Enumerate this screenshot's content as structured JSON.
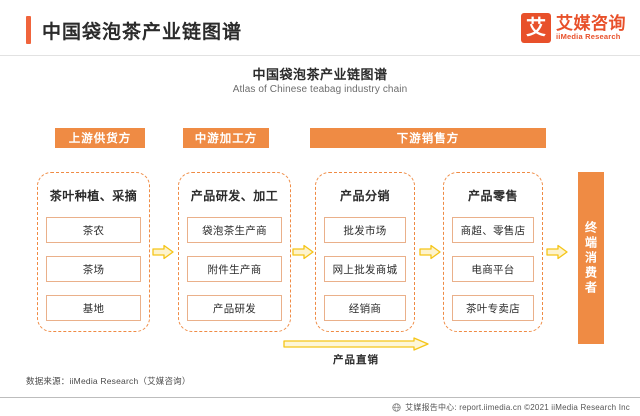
{
  "header": {
    "title": "中国袋泡茶产业链图谱",
    "brand": {
      "mark": "艾",
      "cn": "艾媒咨询",
      "en": "iiMedia Research"
    }
  },
  "chart_data": {
    "type": "diagram",
    "title": "中国袋泡茶产业链图谱",
    "subtitle": "Atlas of Chinese teabag industry chain",
    "stages": [
      {
        "label": "上游供货方"
      },
      {
        "label": "中游加工方"
      },
      {
        "label": "下游销售方"
      }
    ],
    "groups": [
      {
        "title": "茶叶种植、采摘",
        "items": [
          "茶农",
          "茶场",
          "基地"
        ]
      },
      {
        "title": "产品研发、加工",
        "items": [
          "袋泡茶生产商",
          "附件生产商",
          "产品研发"
        ]
      },
      {
        "title": "产品分销",
        "items": [
          "批发市场",
          "网上批发商城",
          "经销商"
        ]
      },
      {
        "title": "产品零售",
        "items": [
          "商超、零售店",
          "电商平台",
          "茶叶专卖店"
        ]
      }
    ],
    "direct_channel_label": "产品直销",
    "end_node_label": "终端消费者",
    "colors": {
      "accent": "#f0643c",
      "stage_bar": "#ef8b44",
      "dashed_border": "#ef8b44",
      "item_border": "#eab08a",
      "arrow": "#f5c518"
    }
  },
  "source_note": "数据来源：iiMedia Research（艾媒咨询）",
  "footer": {
    "text": "艾媒报告中心: report.iimedia.cn  ©2021  iiMedia Research Inc"
  }
}
